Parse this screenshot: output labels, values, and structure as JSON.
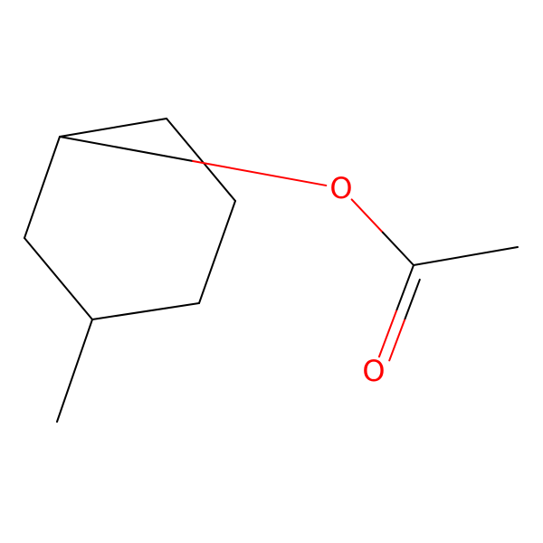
{
  "molecule": {
    "atoms": [
      {
        "id": "c_methyl",
        "element": "C"
      },
      {
        "id": "c_ring1",
        "element": "C"
      },
      {
        "id": "c_ring2",
        "element": "C"
      },
      {
        "id": "c_ring3",
        "element": "C"
      },
      {
        "id": "c_ring4",
        "element": "C"
      },
      {
        "id": "c_ring5",
        "element": "C"
      },
      {
        "id": "c_ring6",
        "element": "C"
      },
      {
        "id": "o_ester",
        "element": "O",
        "label": "O"
      },
      {
        "id": "c_carbonyl",
        "element": "C"
      },
      {
        "id": "o_carbonyl",
        "element": "O",
        "label": "O"
      },
      {
        "id": "c_acetyl_methyl",
        "element": "C"
      }
    ],
    "bonds": [
      {
        "from": "c_methyl",
        "to": "c_ring1",
        "order": 1
      },
      {
        "from": "c_ring1",
        "to": "c_ring2",
        "order": 1
      },
      {
        "from": "c_ring2",
        "to": "c_ring3",
        "order": 1
      },
      {
        "from": "c_ring3",
        "to": "c_ring4",
        "order": 1
      },
      {
        "from": "c_ring4",
        "to": "c_ring5",
        "order": 1
      },
      {
        "from": "c_ring5",
        "to": "c_ring6",
        "order": 1
      },
      {
        "from": "c_ring6",
        "to": "c_ring1",
        "order": 1
      },
      {
        "from": "c_ring3",
        "to": "o_ester",
        "order": 1
      },
      {
        "from": "o_ester",
        "to": "c_carbonyl",
        "order": 1
      },
      {
        "from": "c_carbonyl",
        "to": "o_carbonyl",
        "order": 2
      },
      {
        "from": "c_carbonyl",
        "to": "c_acetyl_methyl",
        "order": 1
      }
    ],
    "colors": {
      "carbon": "#000000",
      "oxygen": "#ff0000"
    }
  }
}
